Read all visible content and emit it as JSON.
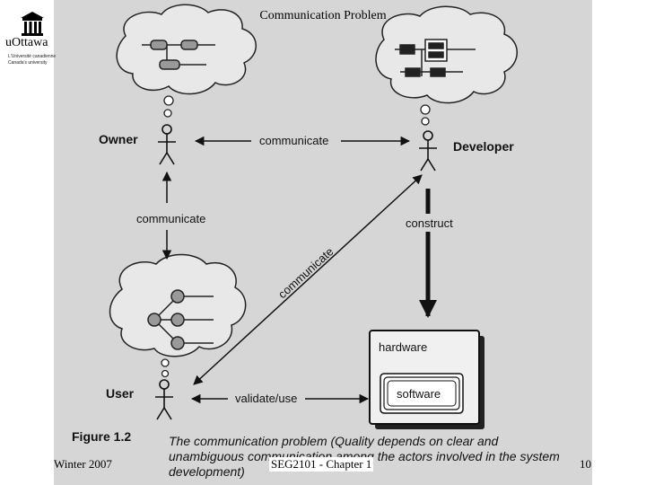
{
  "slide": {
    "title": "Communication Problem",
    "logo_word": "uOttawa",
    "logo_sub": [
      "L'Université canadienne",
      "Canada's university"
    ],
    "footer_left": "Winter 2007",
    "footer_center": "SEG2101 - Chapter 1",
    "footer_right": "10"
  },
  "diagram": {
    "actors": {
      "owner": "Owner",
      "developer": "Developer",
      "user": "User"
    },
    "edges": {
      "owner_developer": "communicate",
      "owner_user": "communicate",
      "user_developer": "communicate",
      "developer_system": "construct",
      "user_system": "validate/use"
    },
    "system": {
      "outer": "hardware",
      "inner": "software"
    },
    "figure": {
      "number": "Figure 1.2",
      "caption_lines": [
        "The communication problem (Quality depends on clear and",
        "unambiguous communication among the actors involved in the system",
        "development)"
      ]
    }
  }
}
